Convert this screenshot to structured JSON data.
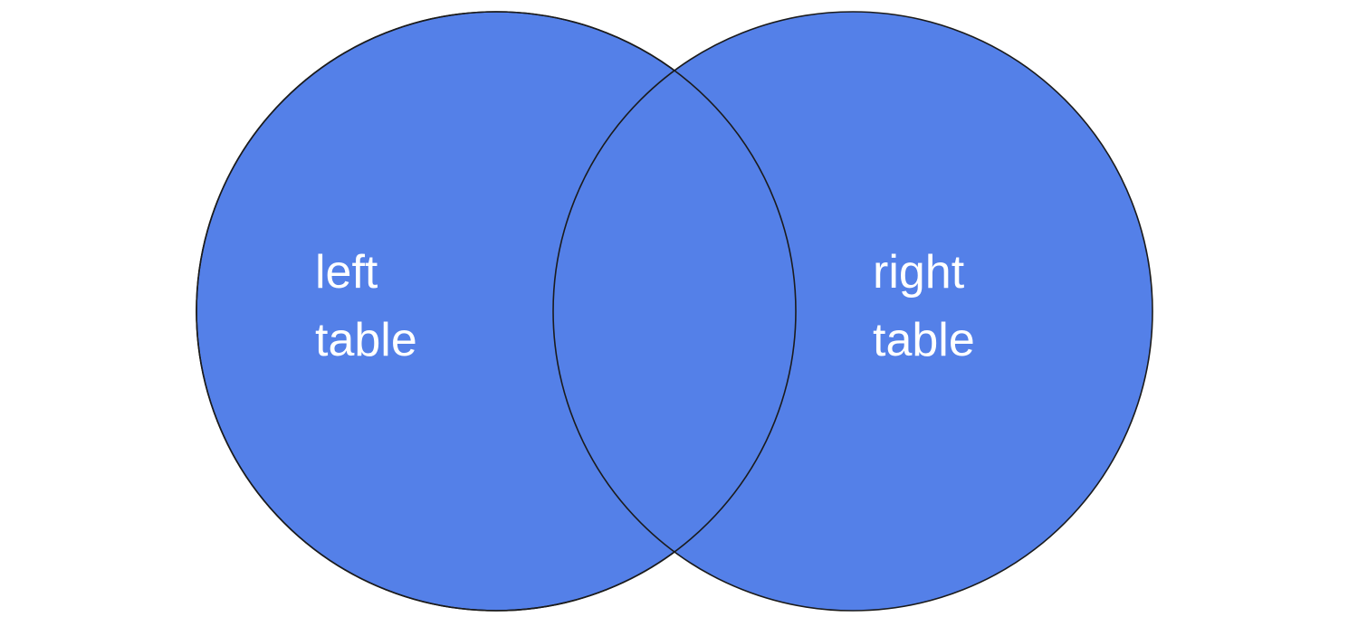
{
  "diagram": {
    "type": "venn",
    "colors": {
      "fill": "#5480e8",
      "outline": "#1b1b1b",
      "label": "#ffffff",
      "background": "#ffffff"
    },
    "sets": [
      {
        "line1": "left",
        "line2": "table"
      },
      {
        "line1": "right",
        "line2": "table"
      }
    ]
  }
}
